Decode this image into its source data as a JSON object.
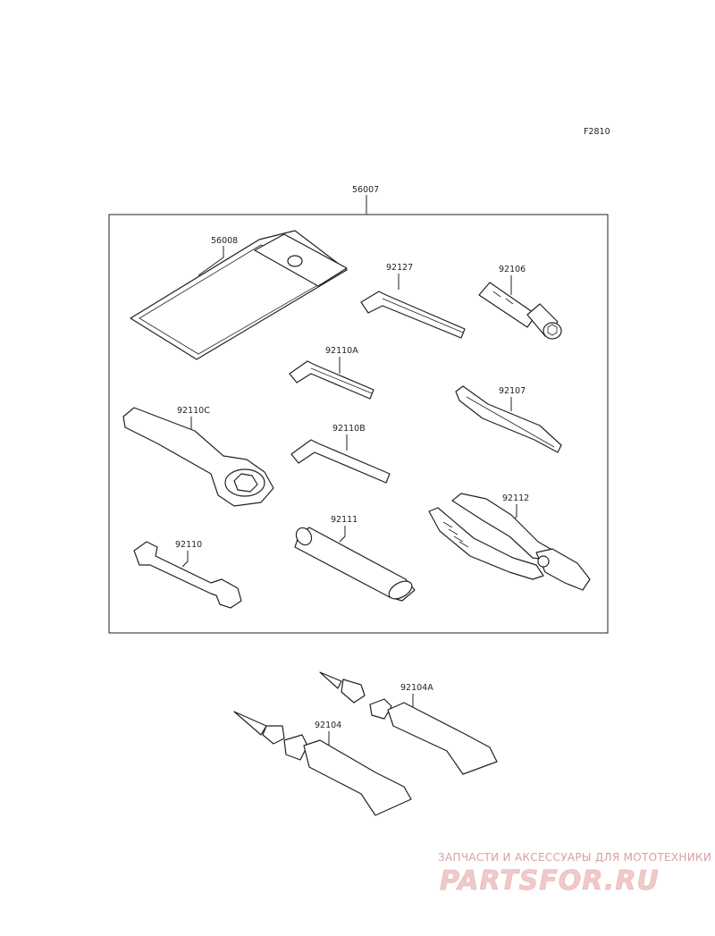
{
  "figure_code": "F2810",
  "parts": {
    "tool_kit": "56007",
    "tool_bag": "56008",
    "hex_wrench_large": "92127",
    "socket_bit": "92106",
    "hex_wrench_a": "92110A",
    "double_screwdriver": "92107",
    "ring_wrench": "92110C",
    "hex_wrench_b": "92110B",
    "pliers": "92112",
    "extension_bar": "92111",
    "open_wrench": "92110",
    "grease_tube_a": "92104A",
    "grease_tube": "92104"
  },
  "watermark": {
    "tagline": "ЗАПЧАСТИ И АКСЕССУАРЫ ДЛЯ МОТОТЕХНИКИ",
    "brand": "PARTSFOR.RU"
  }
}
